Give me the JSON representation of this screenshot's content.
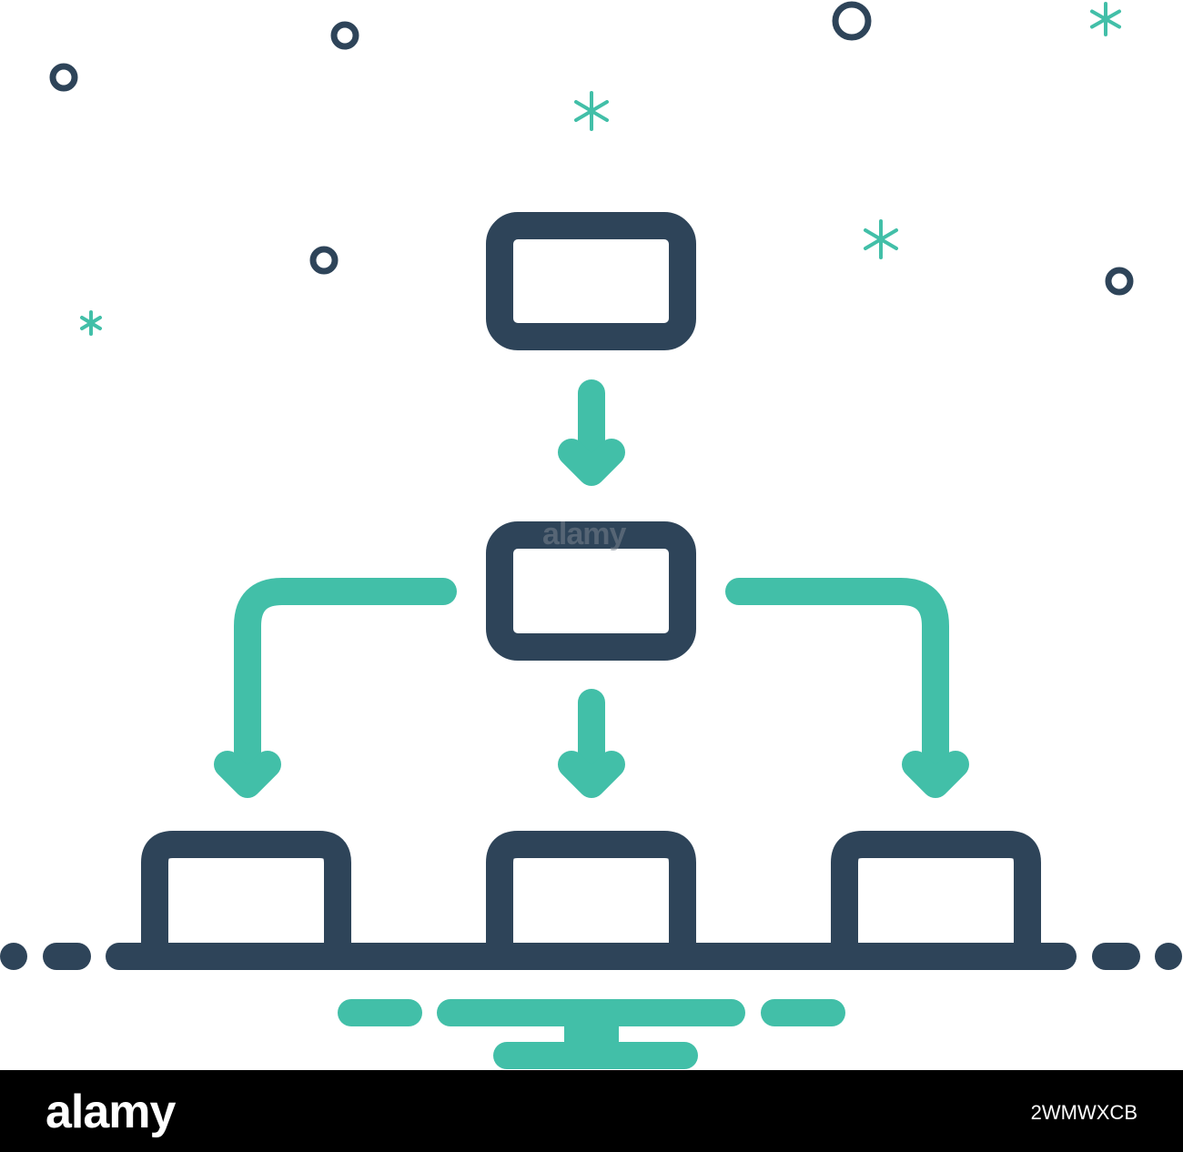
{
  "colors": {
    "dark": "#2e4459",
    "accent": "#42bfa8",
    "background": "#ffffff",
    "footer": "#000000"
  },
  "diagram": {
    "type": "hierarchy",
    "levels": [
      1,
      1,
      3
    ]
  },
  "decorations": {
    "icons": [
      "ring-icon",
      "asterisk-icon"
    ]
  },
  "watermark": {
    "text": "alamy"
  },
  "footer": {
    "brand": "alamy",
    "image_id": "2WMWXCB"
  }
}
